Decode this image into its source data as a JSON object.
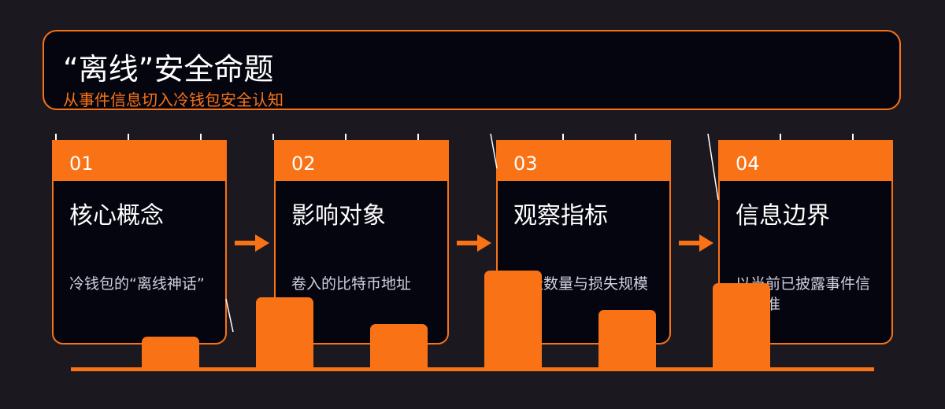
{
  "header": {
    "title": "“离线”安全命题",
    "subtitle": "从事件信息切入冷钱包安全认知"
  },
  "cards": [
    {
      "num": "01",
      "title": "核心概念",
      "desc": "冷钱包的“离线神话”"
    },
    {
      "num": "02",
      "title": "影响对象",
      "desc": "卷入的比特币地址"
    },
    {
      "num": "03",
      "title": "观察指标",
      "desc": "地址数量与损失规模"
    },
    {
      "num": "04",
      "title": "信息边界",
      "desc": "以当前已披露事件信息为准"
    }
  ],
  "colors": {
    "accent": "#f97316",
    "card_bg": "#05050f",
    "page_bg": "#1c1820"
  },
  "icons": [
    "arrow-right-icon"
  ]
}
